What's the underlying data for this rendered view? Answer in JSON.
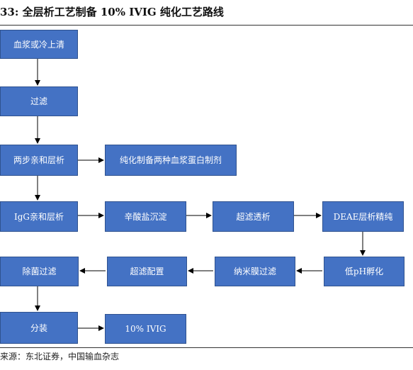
{
  "title": "33:  全层析工艺制备 10% IVIG 纯化工艺路线",
  "source": "来源：东北证券，中国输血杂志",
  "steps": {
    "s1": "血浆或冷上清",
    "s2": "过滤",
    "s3": "两步亲和层析",
    "s4": "纯化制备两种血浆蛋白制剂",
    "s5": "IgG亲和层析",
    "s6": "辛酸盐沉淀",
    "s7": "超滤透析",
    "s8": "DEAE层析精纯",
    "s9": "低pH孵化",
    "s10": "纳米膜过滤",
    "s11": "超滤配置",
    "s12": "除菌过滤",
    "s13": "分装",
    "s14": "10% IVIG"
  }
}
